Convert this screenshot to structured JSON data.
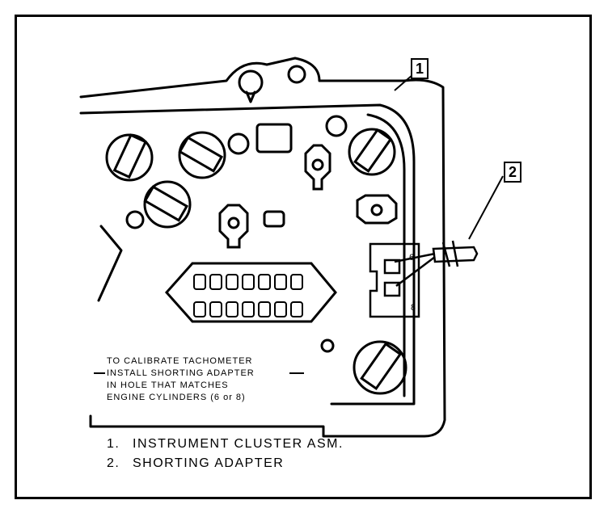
{
  "callouts": [
    {
      "number": "1"
    },
    {
      "number": "2"
    }
  ],
  "note_lines": [
    "TO CALIBRATE TACHOMETER",
    "INSTALL SHORTING ADAPTER",
    "IN HOLE THAT MATCHES",
    "ENGINE CYLINDERS (6 or 8)"
  ],
  "adapter_labels": {
    "six": "6",
    "eight": "8"
  },
  "legend": [
    {
      "number": "1.",
      "label": "INSTRUMENT CLUSTER ASM."
    },
    {
      "number": "2.",
      "label": "SHORTING ADAPTER"
    }
  ]
}
